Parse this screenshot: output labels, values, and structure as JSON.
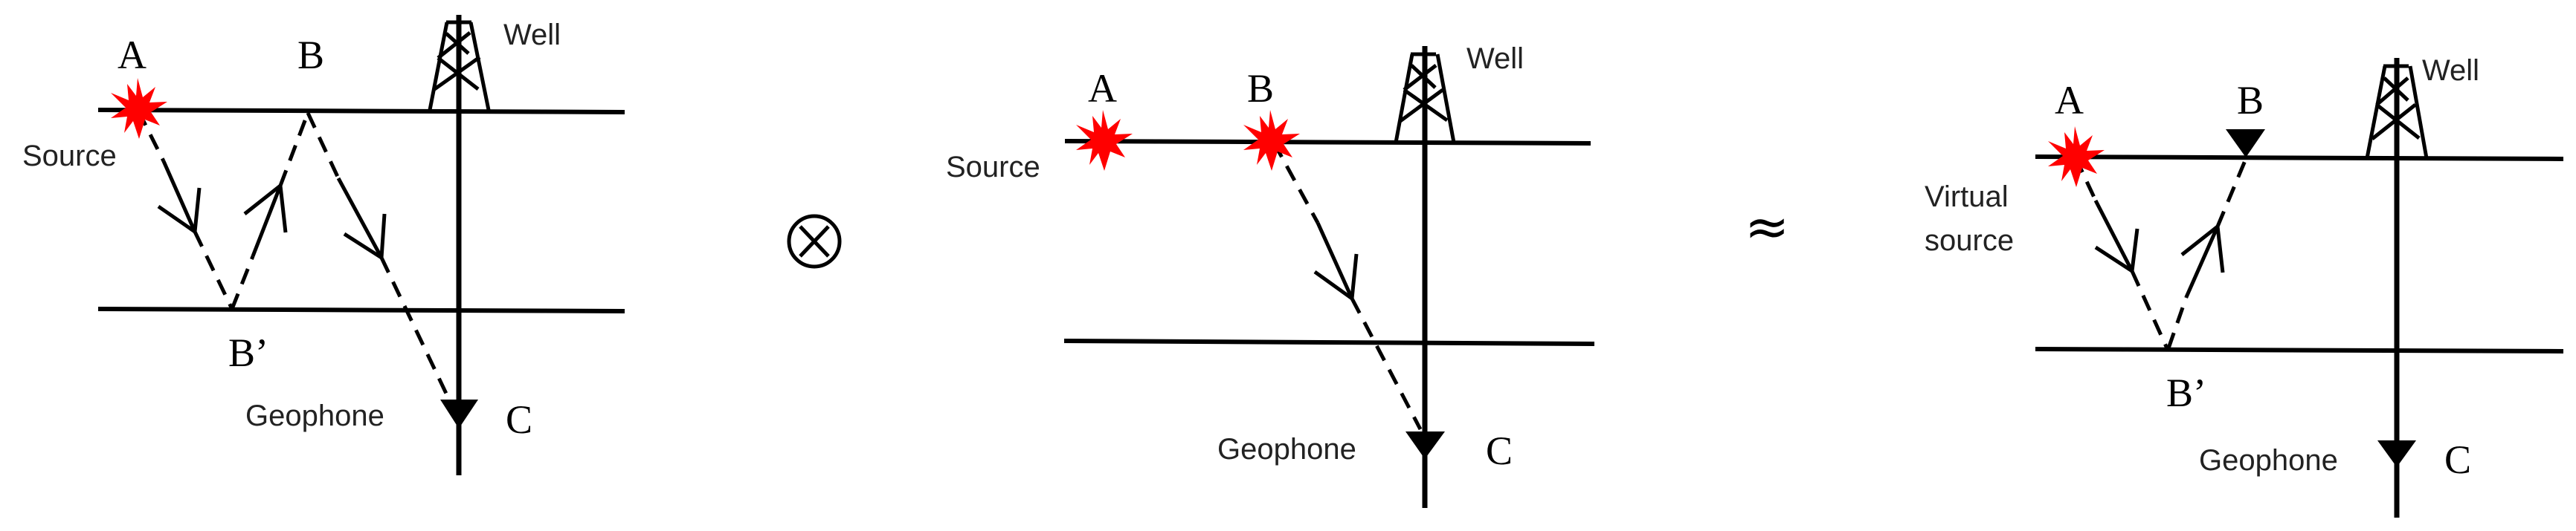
{
  "figure": {
    "description": "Seismic interferometry schematic: cross-correlation of two walkaway VSP recordings approximates a virtual-source reflection.",
    "operators": {
      "correlation": "⊗",
      "approx": "≈"
    },
    "panels": [
      {
        "id": "left",
        "labels": {
          "point_a": "A",
          "point_b": "B",
          "point_b_prime": "B’",
          "point_c": "C",
          "well": "Well",
          "source": "Source",
          "geophone": "Geophone"
        },
        "source_points": [
          "A"
        ],
        "receiver_points": [
          "C"
        ],
        "ray_path": [
          "A",
          "B’",
          "B",
          "C"
        ]
      },
      {
        "id": "middle",
        "labels": {
          "point_a": "A",
          "point_b": "B",
          "point_c": "C",
          "well": "Well",
          "source": "Source",
          "geophone": "Geophone"
        },
        "source_points": [
          "A",
          "B"
        ],
        "receiver_points": [
          "C"
        ],
        "ray_path": [
          "B",
          "C"
        ]
      },
      {
        "id": "right",
        "labels": {
          "point_a": "A",
          "point_b": "B",
          "point_b_prime": "B’",
          "point_c": "C",
          "well": "Well",
          "source_line1": "Virtual",
          "source_line2": "source",
          "geophone": "Geophone"
        },
        "source_points": [
          "A"
        ],
        "receiver_points": [
          "B",
          "C"
        ],
        "ray_path": [
          "A",
          "B’",
          "B"
        ]
      }
    ],
    "colors": {
      "source_star": "#ff0000",
      "lines": "#000000",
      "sans_text": "#222222"
    }
  }
}
